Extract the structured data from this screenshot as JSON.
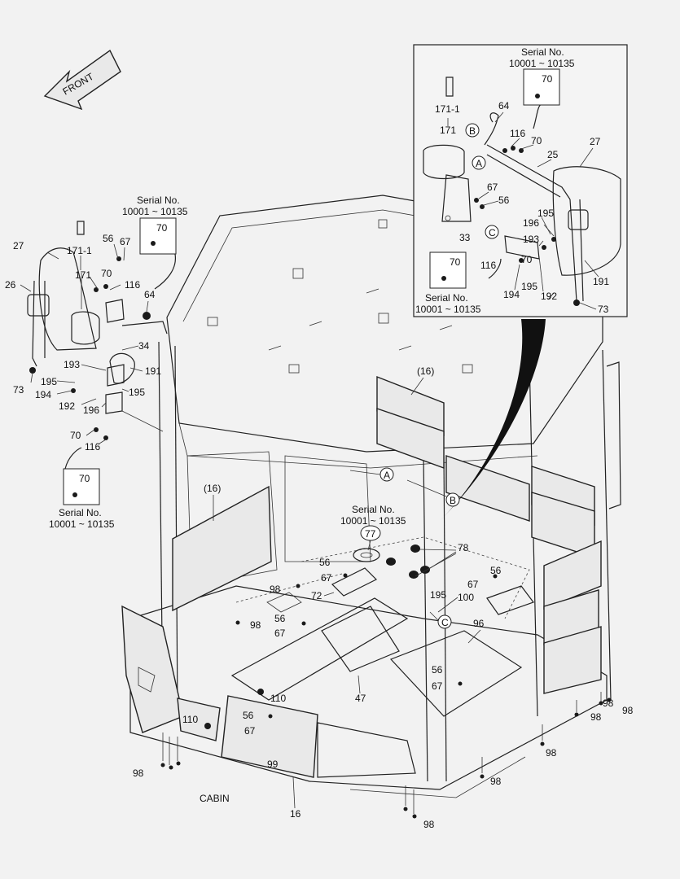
{
  "front_arrow_label": "FRONT",
  "cabin_label": "CABIN",
  "serial_no": {
    "title": "Serial No.",
    "range": "10001 ~ 10135",
    "part": "70"
  },
  "callout_letters": [
    "A",
    "B",
    "C"
  ],
  "left_mirror_parts": [
    "27",
    "26",
    "171-1",
    "171",
    "56",
    "67",
    "70",
    "116",
    "64",
    "34",
    "191",
    "193",
    "195",
    "194",
    "192",
    "196",
    "73",
    "70",
    "116",
    "195"
  ],
  "inset_parts": [
    "171-1",
    "64",
    "171",
    "116",
    "70",
    "25",
    "27",
    "67",
    "56",
    "33",
    "195",
    "196",
    "193",
    "70",
    "116",
    "191",
    "194",
    "195",
    "192",
    "73"
  ],
  "cabin_parts": [
    "(16)",
    "(16)",
    "77",
    "78",
    "56",
    "67",
    "98",
    "72",
    "195",
    "100",
    "56",
    "67",
    "98",
    "67",
    "56",
    "96",
    "56",
    "67",
    "47",
    "110",
    "110",
    "56",
    "67",
    "99",
    "98",
    "16",
    "98",
    "98",
    "98",
    "98",
    "98",
    "98"
  ]
}
